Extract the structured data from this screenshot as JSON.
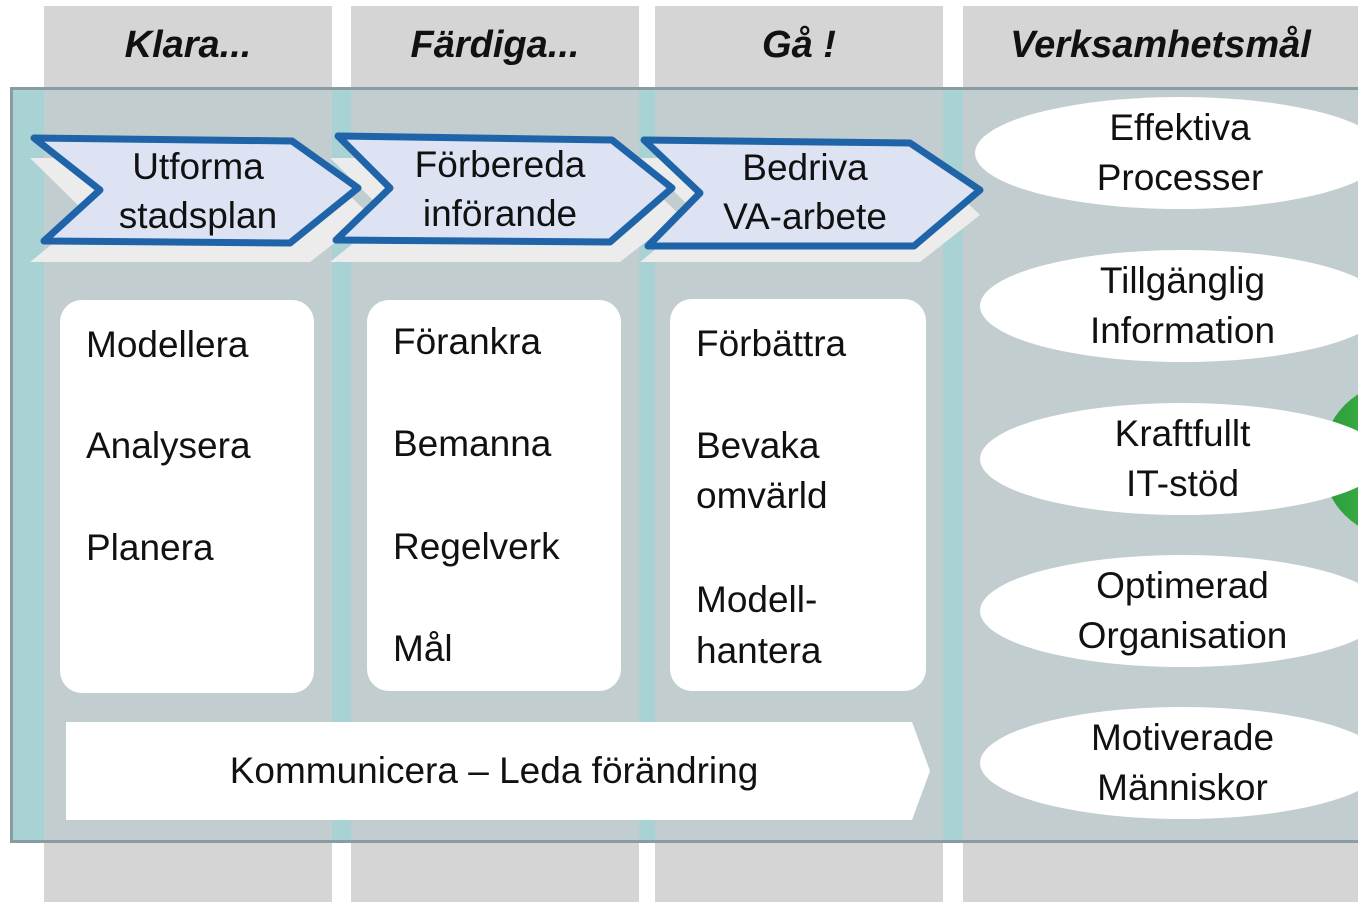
{
  "headers": {
    "col1": "Klara...",
    "col2": "Färdiga...",
    "col3": "Gå !",
    "col4": "Verksamhetsmål"
  },
  "chevrons": {
    "c1_line1": "Utforma",
    "c1_line2": "stadsplan",
    "c2_line1": "Förbereda",
    "c2_line2": "införande",
    "c3_line1": "Bedriva",
    "c3_line2": "VA-arbete"
  },
  "cards": {
    "klara": [
      "Modellera",
      "Analysera",
      "Planera"
    ],
    "fardiga": [
      "Förankra",
      "Bemanna",
      "Regelverk",
      "Mål"
    ],
    "ga": [
      "Förbättra",
      "Bevaka",
      "omvärld",
      "Modell-",
      "hantera"
    ]
  },
  "banner": "Kommunicera – Leda förändring",
  "goals": [
    {
      "l1": "Effektiva",
      "l2": "Processer"
    },
    {
      "l1": "Tillgänglig",
      "l2": "Information"
    },
    {
      "l1": "Kraftfullt",
      "l2": "IT-stöd"
    },
    {
      "l1": "Optimerad",
      "l2": "Organisation"
    },
    {
      "l1": "Motiverade",
      "l2": "Människor"
    }
  ],
  "colors": {
    "column_grey": "#d5d5d5",
    "band_teal": "#a8d2d4",
    "inner_grey": "#c2cdcf",
    "chevron_fill": "#dde3f3",
    "chevron_stroke": "#1f64a8"
  }
}
